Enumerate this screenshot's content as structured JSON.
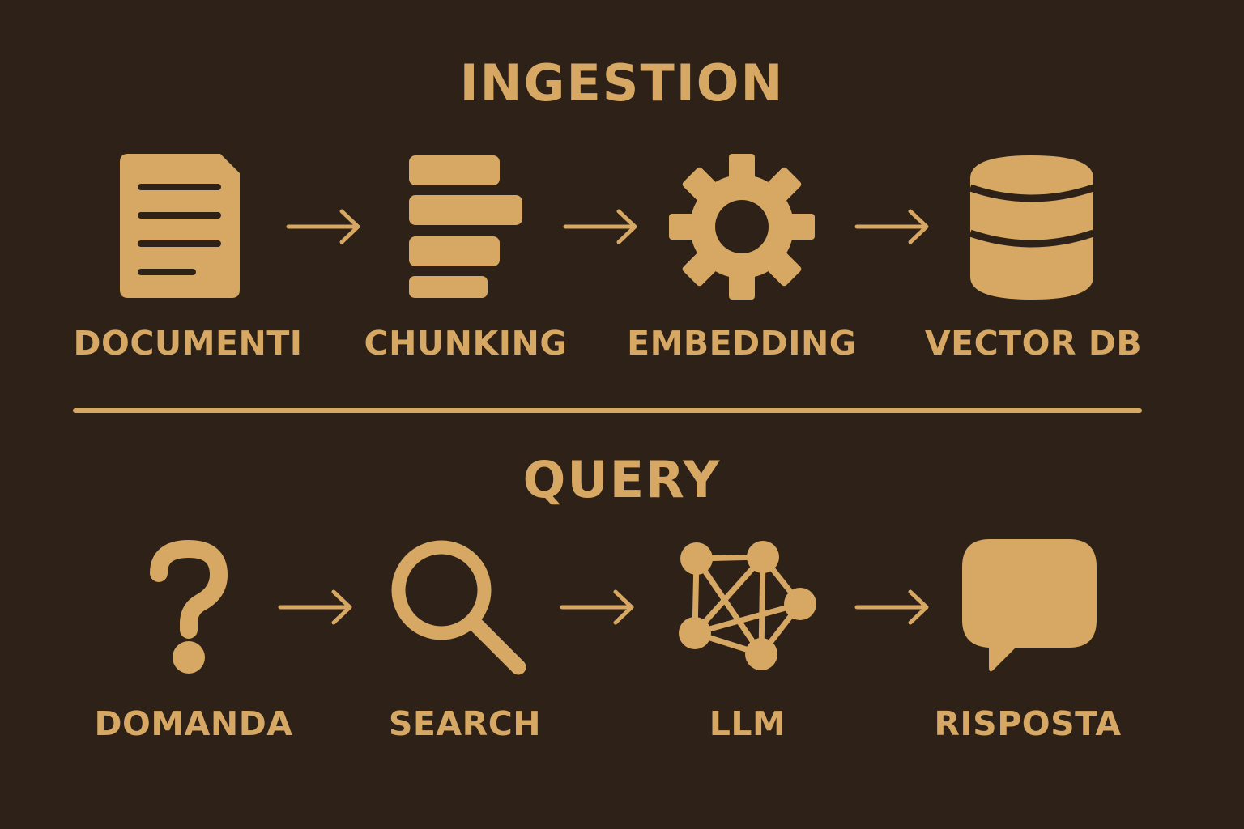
{
  "ingestion": {
    "title": "INGESTION",
    "steps": [
      {
        "label": "DOCUMENTI",
        "icon": "document-icon"
      },
      {
        "label": "CHUNKING",
        "icon": "chunks-icon"
      },
      {
        "label": "EMBEDDING",
        "icon": "gear-icon"
      },
      {
        "label": "VECTOR DB",
        "icon": "database-icon"
      }
    ]
  },
  "query": {
    "title": "QUERY",
    "steps": [
      {
        "label": "DOMANDA",
        "icon": "question-mark-icon"
      },
      {
        "label": "SEARCH",
        "icon": "magnifier-icon"
      },
      {
        "label": "LLM",
        "icon": "network-icon"
      },
      {
        "label": "RISPOSTA",
        "icon": "speech-bubble-icon"
      }
    ]
  },
  "colors": {
    "background": "#2e2118",
    "accent": "#d6a864"
  }
}
